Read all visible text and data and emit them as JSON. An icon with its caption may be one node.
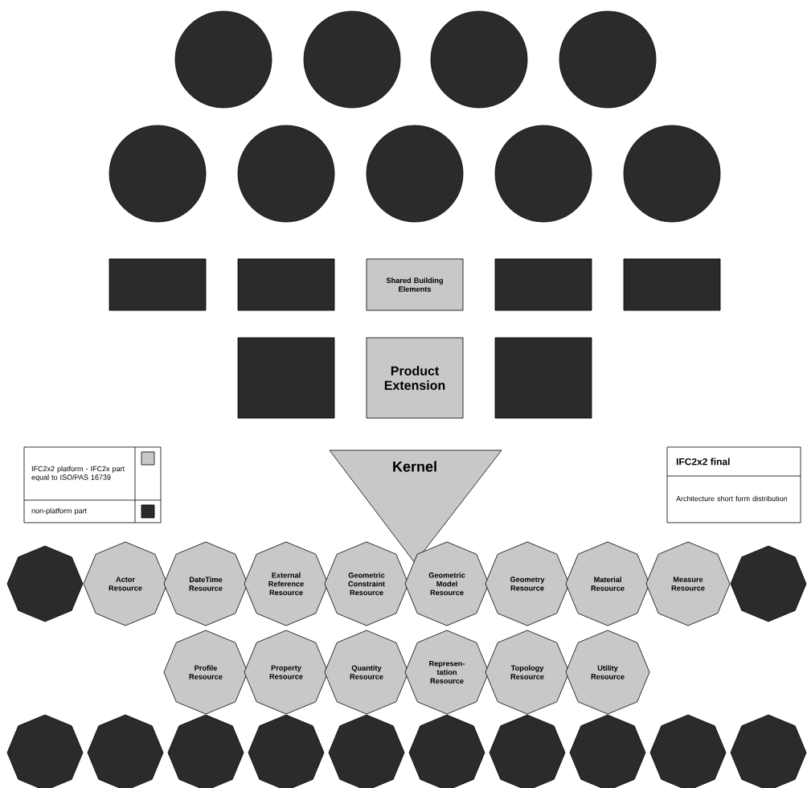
{
  "diagram": {
    "nodes": [
      {
        "text": [],
        "shape": "circle"
      },
      {
        "text": [],
        "shape": "circle"
      },
      {
        "text": [],
        "shape": "circle"
      },
      {
        "text": [],
        "shape": "circle"
      },
      {
        "text": [],
        "shape": "circle"
      },
      {
        "text": [],
        "shape": "circle"
      },
      {
        "text": [],
        "shape": "circle"
      },
      {
        "text": [],
        "shape": "circle"
      },
      {
        "text": [],
        "shape": "circle"
      },
      {
        "text": [],
        "shape": "box"
      },
      {
        "text": [],
        "shape": "box"
      },
      {
        "text": [
          "Shared Building Elements"
        ]
      },
      {
        "text": [],
        "shape": "box"
      },
      {
        "text": [],
        "shape": "box"
      },
      {
        "text": [],
        "shape": "box"
      },
      {
        "text": [
          "Product Extension"
        ]
      },
      {
        "text": [],
        "shape": "box"
      },
      {
        "text": [
          "Kernel"
        ]
      },
      {
        "text": [
          "IFC2x2 final",
          "Architecture short form distribution"
        ]
      },
      {
        "text": [],
        "shape": "octagon"
      },
      {
        "text": [
          "Actor Resource"
        ]
      },
      {
        "text": [
          "DateTime Resource"
        ]
      },
      {
        "text": [
          "External Reference Resource"
        ]
      },
      {
        "text": [
          "Geometric Constraint Resource"
        ]
      },
      {
        "text": [
          "Geometric Model Resource"
        ]
      },
      {
        "text": [
          "Geometry Resource"
        ]
      },
      {
        "text": [
          "Material Resource"
        ]
      },
      {
        "text": [
          "Measure Resource"
        ]
      },
      {
        "text": [],
        "shape": "octagon"
      },
      {
        "text": [
          "Profile Resource"
        ]
      },
      {
        "text": [
          "Property Resource"
        ]
      },
      {
        "text": [
          "Quantity Resource"
        ]
      },
      {
        "text": [
          "Represen-tation Resource"
        ]
      },
      {
        "text": [
          "Topology Resource"
        ]
      },
      {
        "text": [
          "Utility Resource"
        ]
      },
      {
        "text": [],
        "shape": "octagon"
      },
      {
        "text": [],
        "shape": "octagon"
      },
      {
        "text": [],
        "shape": "octagon"
      },
      {
        "text": [],
        "shape": "octagon"
      },
      {
        "text": [],
        "shape": "octagon"
      },
      {
        "text": [],
        "shape": "octagon"
      },
      {
        "text": [],
        "shape": "octagon"
      },
      {
        "text": [],
        "shape": "octagon"
      },
      {
        "text": [],
        "shape": "octagon"
      },
      {
        "text": [],
        "shape": "octagon"
      }
    ],
    "legend": [
      {
        "text": "IFC2x2 platform - IFC2x part equal to ISO/PAS 16739",
        "color": "#c8c8c8"
      },
      {
        "text": "non-platform part",
        "color": "#2b2b2b"
      }
    ]
  }
}
